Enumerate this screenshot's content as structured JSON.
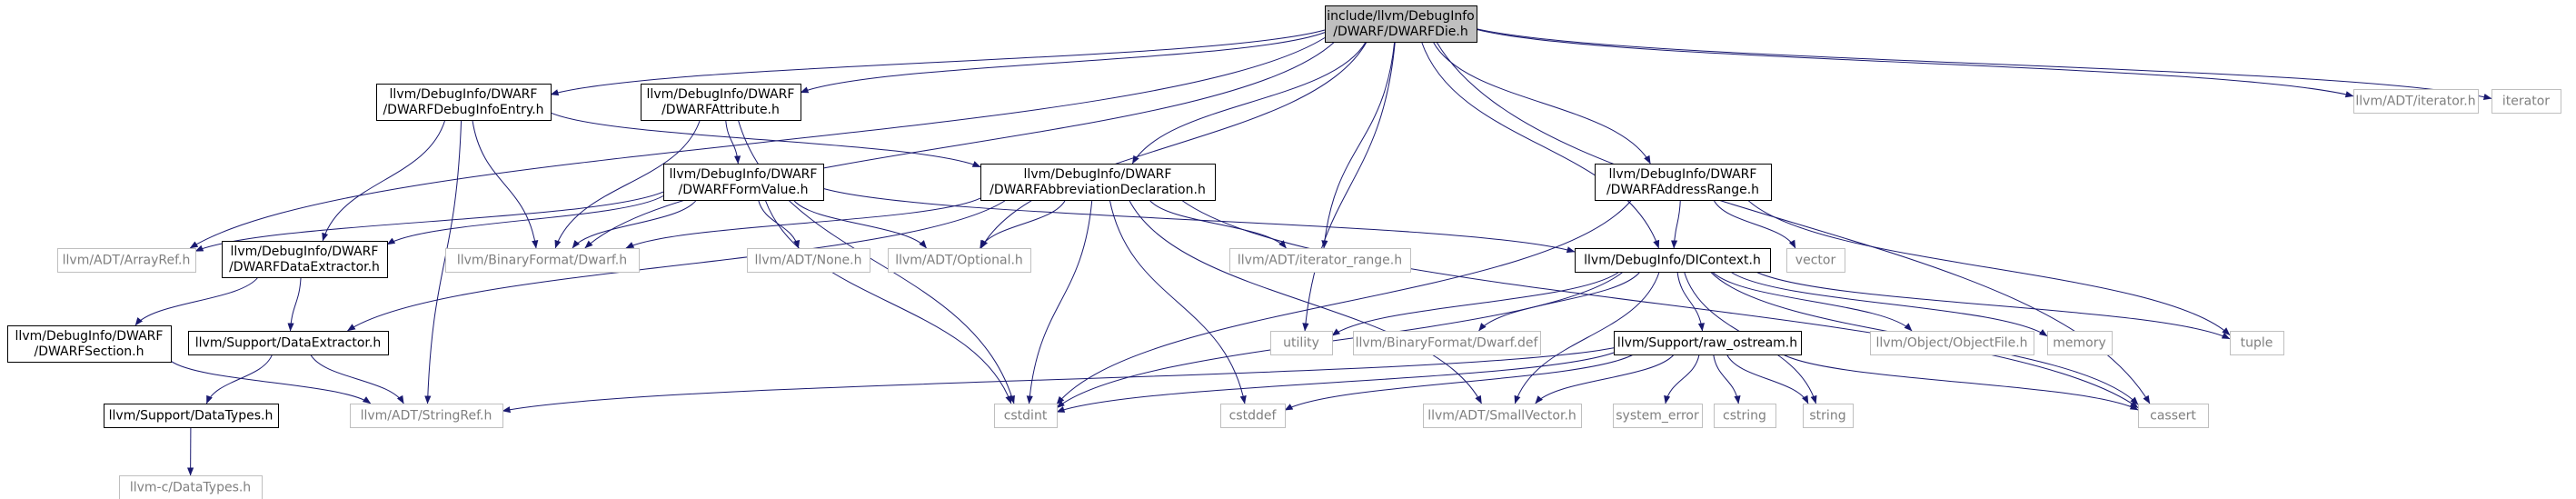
{
  "colors": {
    "edge": "#191970",
    "border_internal": "#000000",
    "border_external": "#bfbfbf",
    "fill_root": "#bfbfbf",
    "fill_node": "#ffffff",
    "text_internal": "#000000",
    "text_external": "#7f7f7f"
  },
  "nodes": [
    {
      "id": "root",
      "lines": [
        "include/llvm/DebugInfo",
        "/DWARF/DWARFDie.h"
      ],
      "kind": "root"
    },
    {
      "id": "debuginfoentry",
      "lines": [
        "llvm/DebugInfo/DWARF",
        "/DWARFDebugInfoEntry.h"
      ],
      "kind": "internal"
    },
    {
      "id": "attribute",
      "lines": [
        "llvm/DebugInfo/DWARF",
        "/DWARFAttribute.h"
      ],
      "kind": "internal"
    },
    {
      "id": "formvalue",
      "lines": [
        "llvm/DebugInfo/DWARF",
        "/DWARFFormValue.h"
      ],
      "kind": "internal"
    },
    {
      "id": "abbrev",
      "lines": [
        "llvm/DebugInfo/DWARF",
        "/DWARFAbbreviationDeclaration.h"
      ],
      "kind": "internal"
    },
    {
      "id": "addrrange",
      "lines": [
        "llvm/DebugInfo/DWARF",
        "/DWARFAddressRange.h"
      ],
      "kind": "internal"
    },
    {
      "id": "iterator_h",
      "lines": [
        "llvm/ADT/iterator.h"
      ],
      "kind": "external"
    },
    {
      "id": "iterator",
      "lines": [
        "iterator"
      ],
      "kind": "external"
    },
    {
      "id": "arrayref",
      "lines": [
        "llvm/ADT/ArrayRef.h"
      ],
      "kind": "external"
    },
    {
      "id": "dataextractor_dw",
      "lines": [
        "llvm/DebugInfo/DWARF",
        "/DWARFDataExtractor.h"
      ],
      "kind": "internal"
    },
    {
      "id": "dwarf_h",
      "lines": [
        "llvm/BinaryFormat/Dwarf.h"
      ],
      "kind": "external"
    },
    {
      "id": "none",
      "lines": [
        "llvm/ADT/None.h"
      ],
      "kind": "external"
    },
    {
      "id": "optional",
      "lines": [
        "llvm/ADT/Optional.h"
      ],
      "kind": "external"
    },
    {
      "id": "iterrange",
      "lines": [
        "llvm/ADT/iterator_range.h"
      ],
      "kind": "external"
    },
    {
      "id": "dicontext",
      "lines": [
        "llvm/DebugInfo/DIContext.h"
      ],
      "kind": "internal"
    },
    {
      "id": "vector",
      "lines": [
        "vector"
      ],
      "kind": "external"
    },
    {
      "id": "section",
      "lines": [
        "llvm/DebugInfo/DWARF",
        "/DWARFSection.h"
      ],
      "kind": "internal"
    },
    {
      "id": "dataextractor",
      "lines": [
        "llvm/Support/DataExtractor.h"
      ],
      "kind": "internal"
    },
    {
      "id": "utility",
      "lines": [
        "utility"
      ],
      "kind": "external"
    },
    {
      "id": "dwarfdef",
      "lines": [
        "llvm/BinaryFormat/Dwarf.def"
      ],
      "kind": "external"
    },
    {
      "id": "rawostream",
      "lines": [
        "llvm/Support/raw_ostream.h"
      ],
      "kind": "internal"
    },
    {
      "id": "objectfile",
      "lines": [
        "llvm/Object/ObjectFile.h"
      ],
      "kind": "external"
    },
    {
      "id": "memory",
      "lines": [
        "memory"
      ],
      "kind": "external"
    },
    {
      "id": "tuple",
      "lines": [
        "tuple"
      ],
      "kind": "external"
    },
    {
      "id": "datatypes",
      "lines": [
        "llvm/Support/DataTypes.h"
      ],
      "kind": "internal"
    },
    {
      "id": "stringref",
      "lines": [
        "llvm/ADT/StringRef.h"
      ],
      "kind": "external"
    },
    {
      "id": "cstdint",
      "lines": [
        "cstdint"
      ],
      "kind": "external"
    },
    {
      "id": "cstddef",
      "lines": [
        "cstddef"
      ],
      "kind": "external"
    },
    {
      "id": "smallvector",
      "lines": [
        "llvm/ADT/SmallVector.h"
      ],
      "kind": "external"
    },
    {
      "id": "system_error",
      "lines": [
        "system_error"
      ],
      "kind": "external"
    },
    {
      "id": "cstring",
      "lines": [
        "cstring"
      ],
      "kind": "external"
    },
    {
      "id": "string",
      "lines": [
        "string"
      ],
      "kind": "external"
    },
    {
      "id": "cassert",
      "lines": [
        "cassert"
      ],
      "kind": "external"
    },
    {
      "id": "c_datatypes",
      "lines": [
        "llvm-c/DataTypes.h"
      ],
      "kind": "external"
    }
  ],
  "edges": [
    [
      "root",
      "debuginfoentry"
    ],
    [
      "root",
      "attribute"
    ],
    [
      "root",
      "abbrev"
    ],
    [
      "root",
      "addrrange"
    ],
    [
      "root",
      "iterator_h"
    ],
    [
      "root",
      "iterator"
    ],
    [
      "root",
      "arrayref"
    ],
    [
      "root",
      "dwarf_h"
    ],
    [
      "root",
      "optional"
    ],
    [
      "root",
      "iterrange"
    ],
    [
      "root",
      "dicontext"
    ],
    [
      "root",
      "utility"
    ],
    [
      "root",
      "cassert"
    ],
    [
      "debuginfoentry",
      "abbrev"
    ],
    [
      "debuginfoentry",
      "dataextractor_dw"
    ],
    [
      "debuginfoentry",
      "dwarf_h"
    ],
    [
      "debuginfoentry",
      "stringref"
    ],
    [
      "attribute",
      "formvalue"
    ],
    [
      "attribute",
      "dwarf_h"
    ],
    [
      "attribute",
      "cstdint"
    ],
    [
      "formvalue",
      "arrayref"
    ],
    [
      "formvalue",
      "dataextractor_dw"
    ],
    [
      "formvalue",
      "dwarf_h"
    ],
    [
      "formvalue",
      "none"
    ],
    [
      "formvalue",
      "optional"
    ],
    [
      "formvalue",
      "dicontext"
    ],
    [
      "formvalue",
      "cstdint"
    ],
    [
      "abbrev",
      "dwarf_h"
    ],
    [
      "abbrev",
      "optional"
    ],
    [
      "abbrev",
      "iterrange"
    ],
    [
      "abbrev",
      "dataextractor"
    ],
    [
      "abbrev",
      "cstdint"
    ],
    [
      "abbrev",
      "cstddef"
    ],
    [
      "abbrev",
      "smallvector"
    ],
    [
      "abbrev",
      "cassert"
    ],
    [
      "addrrange",
      "dicontext"
    ],
    [
      "addrrange",
      "vector"
    ],
    [
      "addrrange",
      "tuple"
    ],
    [
      "addrrange",
      "cstdint"
    ],
    [
      "dataextractor_dw",
      "section"
    ],
    [
      "dataextractor_dw",
      "dataextractor"
    ],
    [
      "section",
      "stringref"
    ],
    [
      "dataextractor",
      "datatypes"
    ],
    [
      "dataextractor",
      "stringref"
    ],
    [
      "datatypes",
      "c_datatypes"
    ],
    [
      "dicontext",
      "utility"
    ],
    [
      "dicontext",
      "dwarfdef"
    ],
    [
      "dicontext",
      "rawostream"
    ],
    [
      "dicontext",
      "objectfile"
    ],
    [
      "dicontext",
      "memory"
    ],
    [
      "dicontext",
      "tuple"
    ],
    [
      "dicontext",
      "cstdint"
    ],
    [
      "dicontext",
      "smallvector"
    ],
    [
      "dicontext",
      "string"
    ],
    [
      "dicontext",
      "cassert"
    ],
    [
      "rawostream",
      "stringref"
    ],
    [
      "rawostream",
      "cstdint"
    ],
    [
      "rawostream",
      "cstddef"
    ],
    [
      "rawostream",
      "smallvector"
    ],
    [
      "rawostream",
      "system_error"
    ],
    [
      "rawostream",
      "cstring"
    ],
    [
      "rawostream",
      "string"
    ],
    [
      "rawostream",
      "cassert"
    ]
  ]
}
